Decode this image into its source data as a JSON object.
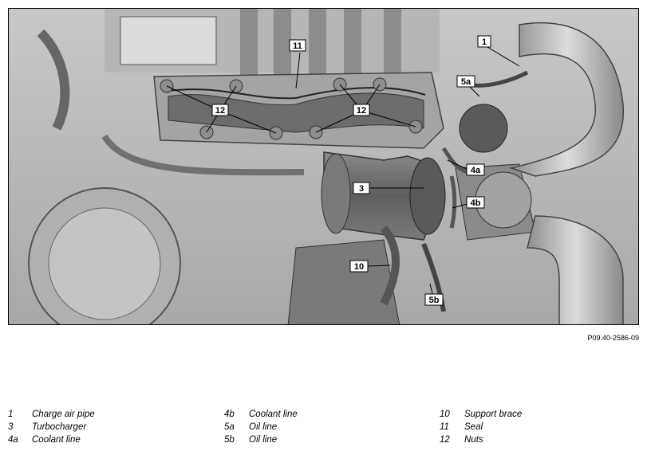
{
  "figure": {
    "id": "P09.40-2586-09",
    "callouts": [
      "1",
      "5a",
      "11",
      "12",
      "12",
      "3",
      "4a",
      "4b",
      "10",
      "5b"
    ]
  },
  "legend": [
    {
      "num": "1",
      "label": "Charge air pipe"
    },
    {
      "num": "3",
      "label": "Turbocharger"
    },
    {
      "num": "4a",
      "label": "Coolant line"
    },
    {
      "num": "4b",
      "label": "Coolant line"
    },
    {
      "num": "5a",
      "label": "Oil line"
    },
    {
      "num": "5b",
      "label": "Oil line"
    },
    {
      "num": "10",
      "label": "Support brace"
    },
    {
      "num": "11",
      "label": "Seal"
    },
    {
      "num": "12",
      "label": "Nuts"
    }
  ],
  "colors": {
    "callout_box": "#ffffff",
    "part_dark": "#6e6e6e",
    "part_mid": "#9a9a9a",
    "part_light": "#c4c4c4"
  }
}
